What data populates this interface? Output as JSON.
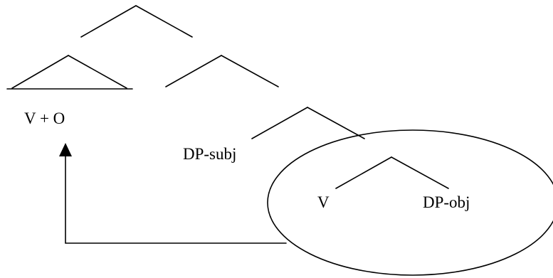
{
  "diagram": {
    "labels": {
      "v_plus_o": "V + O",
      "dp_subj": "DP-subj",
      "v": "V",
      "dp_obj": "DP-obj"
    },
    "colors": {
      "stroke": "#000000",
      "background": "#ffffff"
    }
  }
}
